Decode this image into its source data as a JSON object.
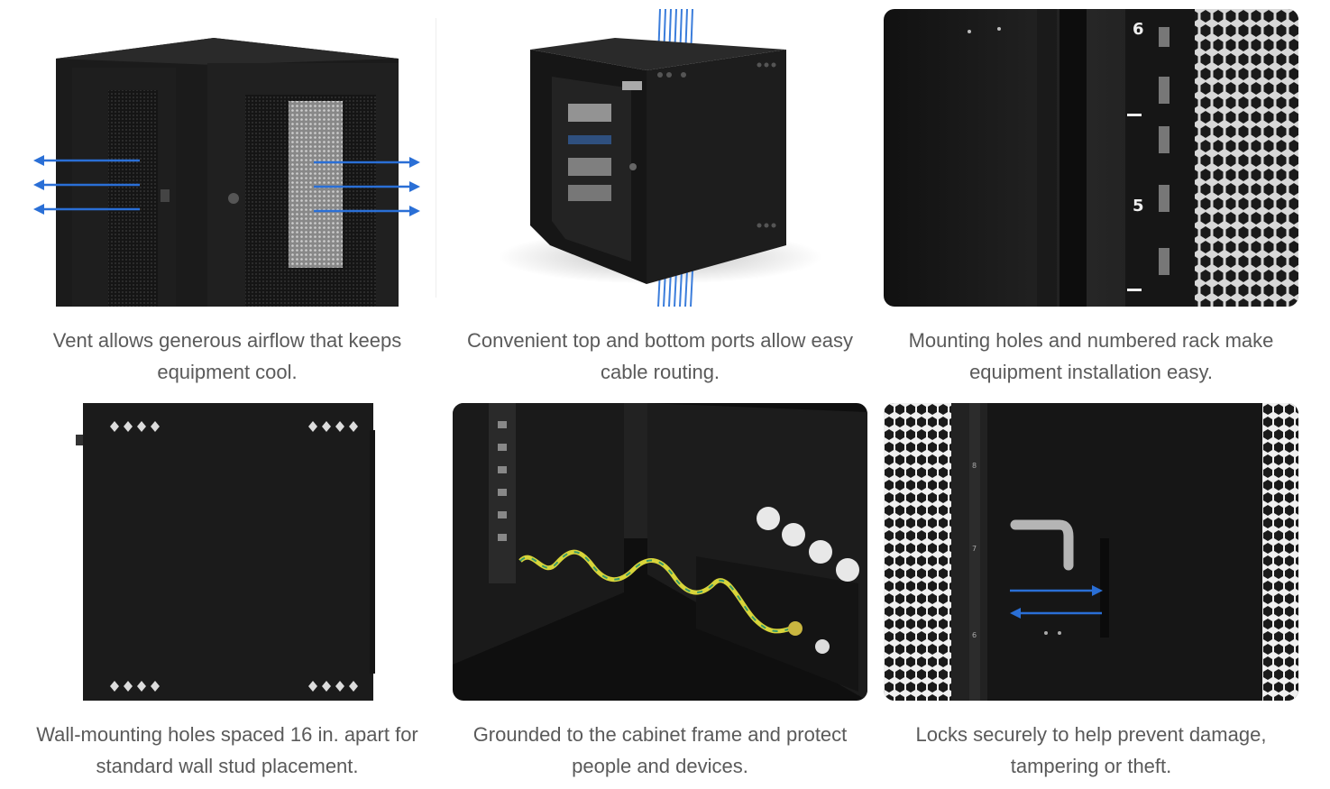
{
  "features": [
    {
      "caption": "Vent allows generous airflow that keeps equipment cool.",
      "icon": "vent-airflow-photo"
    },
    {
      "caption": "Convenient top and bottom ports allow easy cable routing.",
      "icon": "cable-ports-photo"
    },
    {
      "caption": "Mounting holes and numbered rack make equipment installation easy.",
      "icon": "rack-numbers-photo"
    },
    {
      "caption": "Wall-mounting holes spaced 16 in. apart for standard wall stud placement.",
      "icon": "wall-mount-photo"
    },
    {
      "caption": "Grounded to the cabinet frame and protect people and devices.",
      "icon": "grounding-photo"
    },
    {
      "caption": "Locks securely to help prevent damage, tampering or theft.",
      "icon": "lock-photo"
    }
  ],
  "rack_numbers": {
    "upper": "6",
    "lower": "5"
  },
  "side_rail_numbers": {
    "top": "8",
    "middle": "7",
    "bottom": "6"
  },
  "colors": {
    "accent_arrow": "#2a6fd6",
    "cabinet": "#1c1c1c",
    "caption_text": "#5a5a5a",
    "ground_wire_yellow": "#d8d43a",
    "ground_wire_green": "#3a9a6a"
  }
}
